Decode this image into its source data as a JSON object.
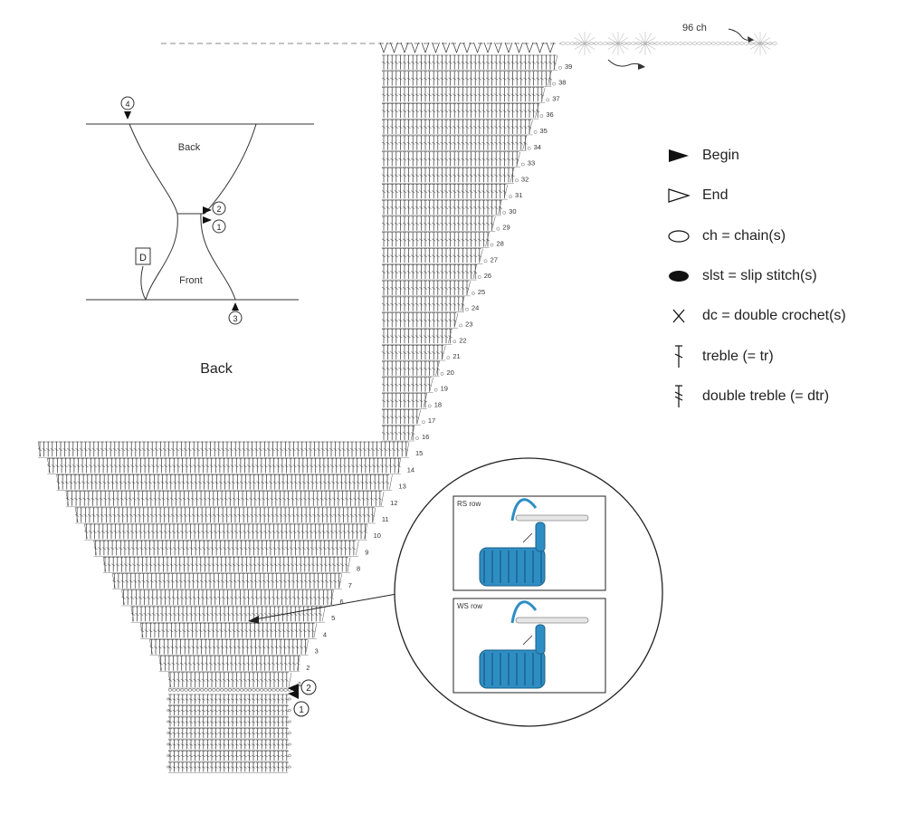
{
  "chain_note": "96 ch",
  "row_numbers": [
    "1",
    "2",
    "3",
    "4",
    "5",
    "6",
    "7",
    "8",
    "9",
    "10",
    "11",
    "12",
    "13",
    "14",
    "15",
    "16",
    "17",
    "18",
    "19",
    "20",
    "21",
    "22",
    "23",
    "24",
    "25",
    "26",
    "27",
    "28",
    "29",
    "30",
    "31",
    "32",
    "33",
    "34",
    "35",
    "36",
    "37",
    "38",
    "39"
  ],
  "schematic": {
    "back_label": "Back",
    "front_label": "Front",
    "d_label": "D",
    "markers": [
      "1",
      "2",
      "3",
      "4"
    ]
  },
  "chart_title": "Back",
  "start_markers": [
    "1",
    "2"
  ],
  "inset": {
    "rs_label": "RS row",
    "ws_label": "WS row",
    "yarn_color": "#2e8ec4"
  },
  "legend": [
    {
      "icon": "filled-triangle-icon",
      "label": "Begin"
    },
    {
      "icon": "open-triangle-icon",
      "label": "End"
    },
    {
      "icon": "open-oval-icon",
      "label": "ch = chain(s)"
    },
    {
      "icon": "filled-oval-icon",
      "label": "slst = slip stitch(s)"
    },
    {
      "icon": "x-icon",
      "label": "dc = double crochet(s)"
    },
    {
      "icon": "treble-icon",
      "label": "treble (= tr)"
    },
    {
      "icon": "double-treble-icon",
      "label": "double treble (= dtr)"
    }
  ]
}
